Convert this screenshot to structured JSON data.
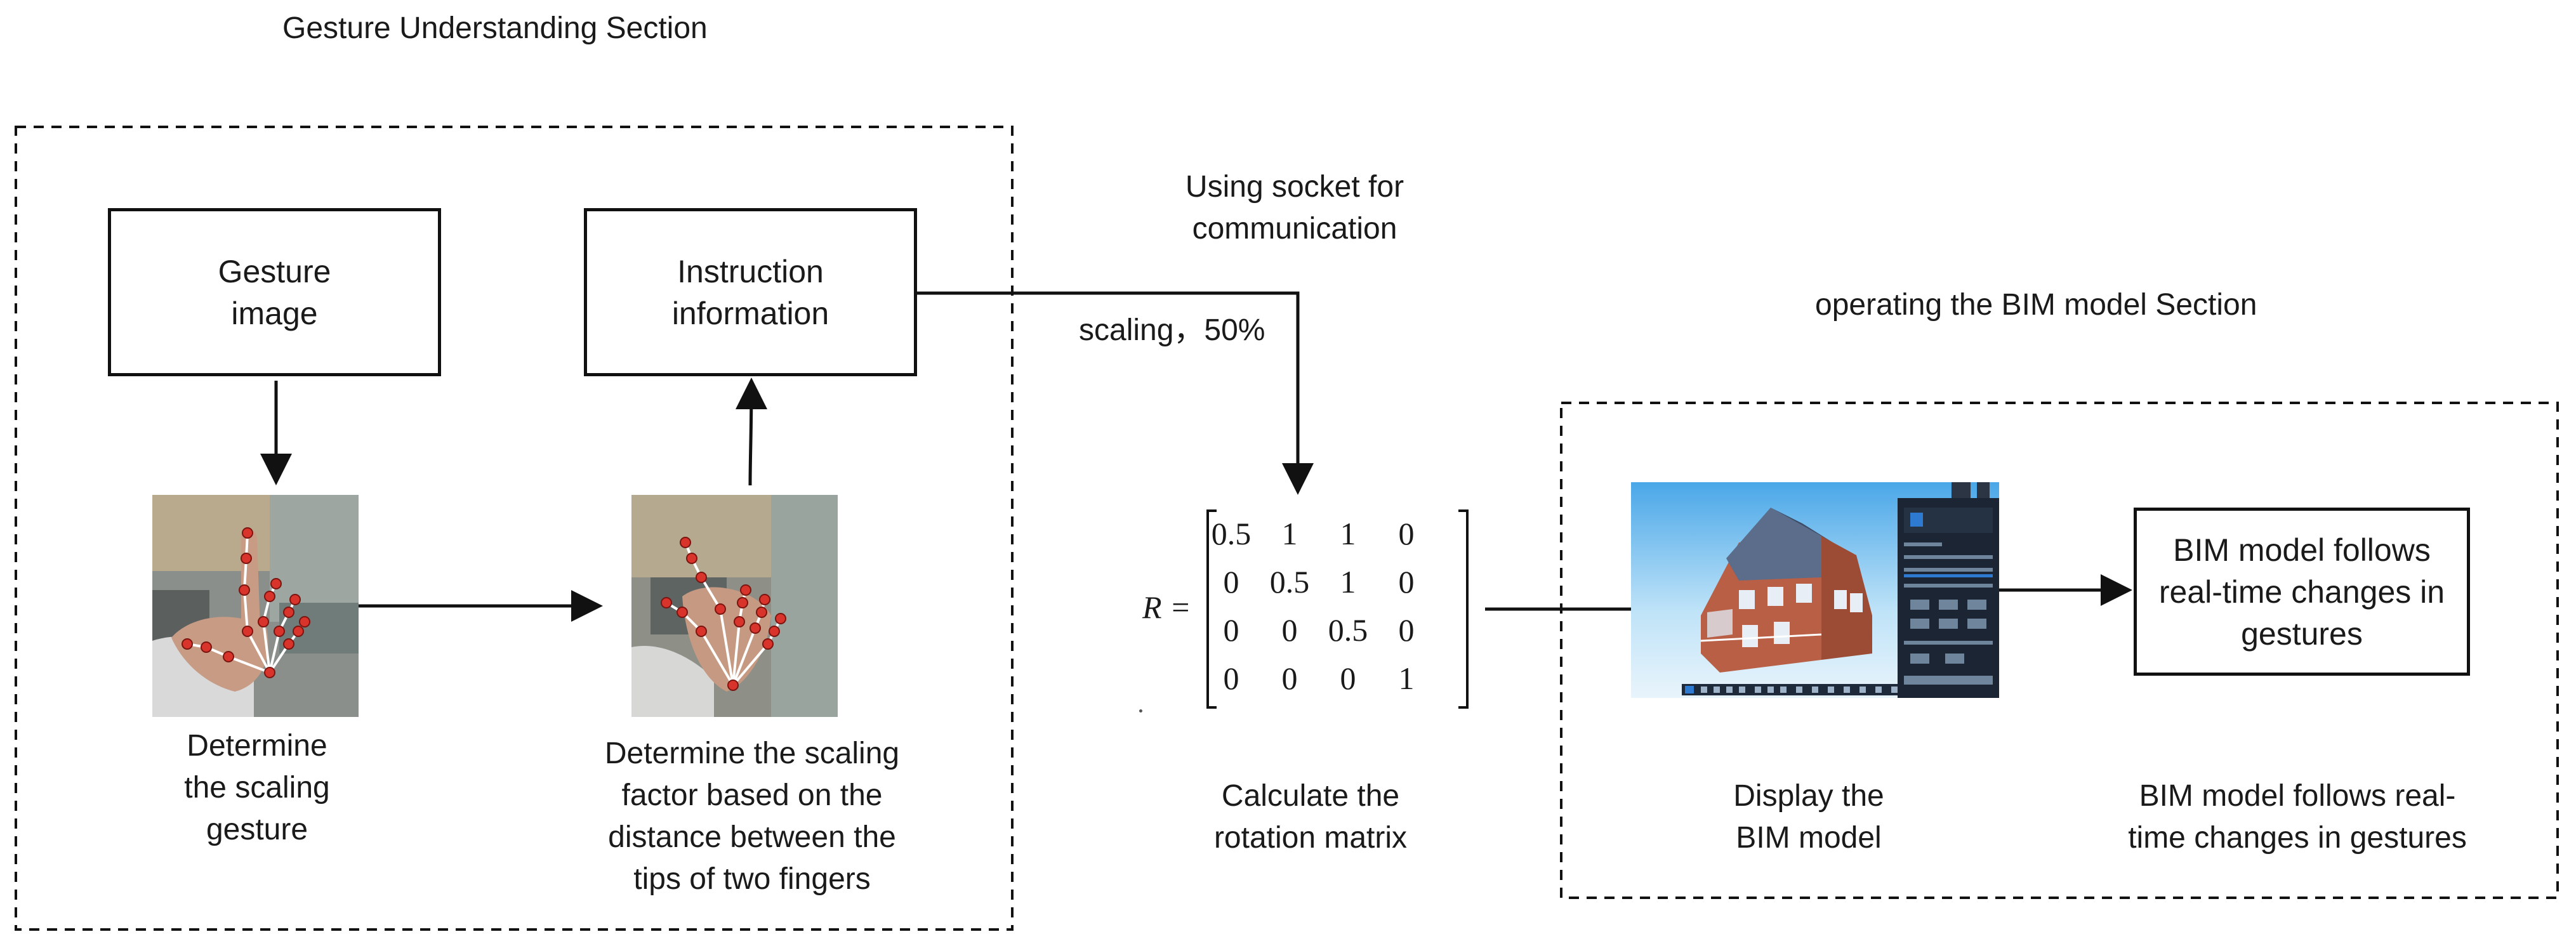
{
  "left_section": {
    "title": "Gesture Understanding Section"
  },
  "right_section": {
    "title": "operating the BIM model Section"
  },
  "boxes": {
    "gesture_image": "Gesture\nimage",
    "instruction_info": "Instruction\ninformation",
    "bim_follows": "BIM model follows\nreal-time changes in\ngestures"
  },
  "captions": {
    "determine_gesture": "Determine\nthe scaling\ngesture",
    "determine_factor": "Determine the scaling\nfactor based on the\ndistance between the\ntips of two fingers",
    "calculate_matrix": "Calculate the\nrotation matrix",
    "display_bim": "Display the\nBIM model",
    "bim_follows_caption": "BIM model follows real-\ntime changes in gestures"
  },
  "socket_label": "Using socket for\ncommunication",
  "scaling_label": "scaling，50%",
  "matrix": {
    "label": "R =",
    "rows": [
      [
        "0.5",
        "1",
        "1",
        "0"
      ],
      [
        "0",
        "0.5",
        "1",
        "0"
      ],
      [
        "0",
        "0",
        "0.5",
        "0"
      ],
      [
        "0",
        "0",
        "0",
        "1"
      ]
    ]
  },
  "colors": {
    "landmark": "#d9342b",
    "skeleton": "#ffffff",
    "frame": "#111111"
  }
}
